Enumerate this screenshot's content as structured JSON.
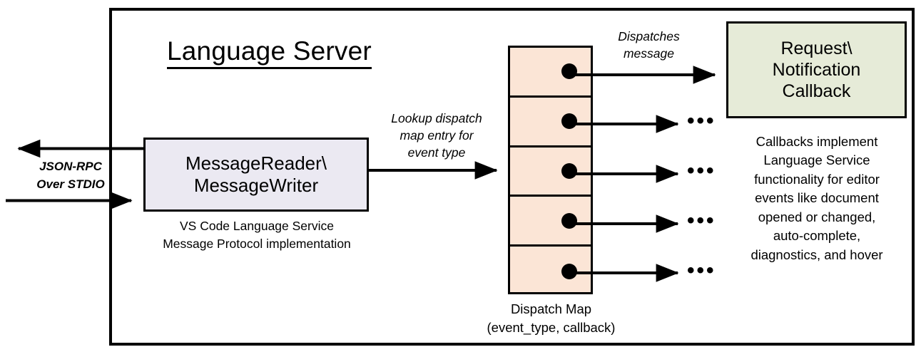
{
  "diagram": {
    "title": "Language Server",
    "frame_border_color": "#000000",
    "background": "#ffffff"
  },
  "external_io": {
    "label_line1": "JSON-RPC",
    "label_line2": "Over STDIO",
    "outgoing_arrow": "arrow-left-out",
    "incoming_arrow": "arrow-right-in"
  },
  "message_io": {
    "box_line1": "MessageReader\\",
    "box_line2": "MessageWriter",
    "box_fill": "#ebe9f2",
    "caption_line1": "VS Code Language Service",
    "caption_line2": "Message Protocol implementation"
  },
  "lookup": {
    "line1": "Lookup dispatch",
    "line2": "map entry for",
    "line3": "event type"
  },
  "dispatch_map": {
    "fill": "#fbe5d6",
    "caption_line1": "Dispatch Map",
    "caption_line2": "(event_type, callback)",
    "rows": [
      {
        "id": "row-1",
        "dot": "callback-dot",
        "target": "request-notification-callback"
      },
      {
        "id": "row-2",
        "dot": "callback-dot",
        "target": "ellipsis"
      },
      {
        "id": "row-3",
        "dot": "callback-dot",
        "target": "ellipsis"
      },
      {
        "id": "row-4",
        "dot": "callback-dot",
        "target": "ellipsis"
      },
      {
        "id": "row-5",
        "dot": "callback-dot",
        "target": "ellipsis"
      }
    ],
    "ellipsis_glyph": "•••"
  },
  "dispatch": {
    "line1": "Dispatches",
    "line2": "message"
  },
  "callback": {
    "box_line1": "Request\\",
    "box_line2": "Notification",
    "box_line3": "Callback",
    "box_fill": "#e6ebd8",
    "desc_line1": "Callbacks implement",
    "desc_line2": "Language Service",
    "desc_line3": "functionality for editor",
    "desc_line4": "events like document",
    "desc_line5": "opened or changed,",
    "desc_line6": "auto-complete,",
    "desc_line7": "diagnostics, and hover"
  }
}
